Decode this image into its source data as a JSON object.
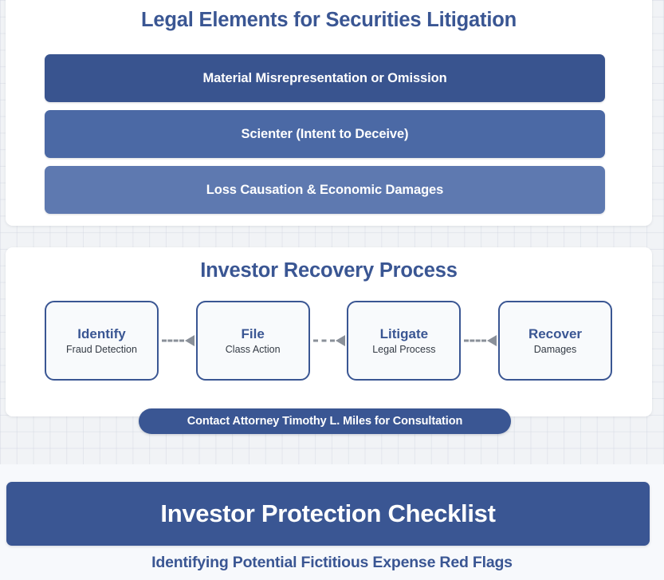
{
  "colors": {
    "primary": "#3a5693",
    "bar_dark": "#39548f",
    "bar_mid": "#4b69a5",
    "bar_light": "#5e79b0",
    "page_background": "#f1f3f6",
    "card_background": "#ffffff",
    "arrow_gray": "#8a9099",
    "text_on_primary": "#ffffff"
  },
  "legal_section": {
    "title": "Legal Elements for Securities Litigation",
    "elements": [
      {
        "label": "Material Misrepresentation or Omission",
        "color": "#39548f"
      },
      {
        "label": "Scienter (Intent to Deceive)",
        "color": "#4b69a5"
      },
      {
        "label": "Loss Causation & Economic Damages",
        "color": "#5e79b0"
      }
    ]
  },
  "process_section": {
    "title": "Investor Recovery Process",
    "steps": [
      {
        "title": "Identify",
        "subtitle": "Fraud Detection"
      },
      {
        "title": "File",
        "subtitle": "Class Action"
      },
      {
        "title": "Litigate",
        "subtitle": "Legal Process"
      },
      {
        "title": "Recover",
        "subtitle": "Damages"
      }
    ],
    "arrow_direction": "left",
    "cta_label": "Contact Attorney Timothy L. Miles for Consultation"
  },
  "checklist_section": {
    "banner_title": "Investor Protection Checklist",
    "subtitle": "Identifying Potential Fictitious Expense Red Flags"
  }
}
